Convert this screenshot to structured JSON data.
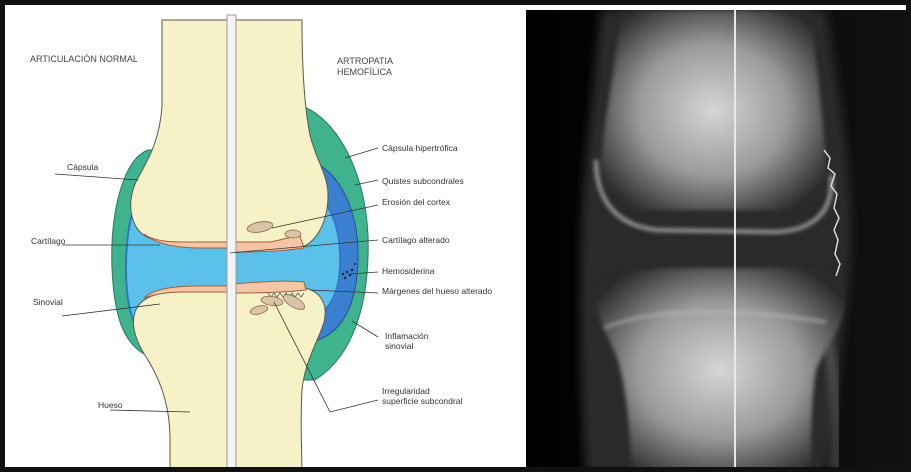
{
  "figure": {
    "left_header": "ARTICULACIÓN NORMAL",
    "right_header_line1": "ARTROPATIA",
    "right_header_line2": "HEMOFÍLICA",
    "labels_left": {
      "capsula": "Cápsula",
      "cartilago": "Cartílago",
      "sinovial": "Sinovial",
      "hueso": "Hueso"
    },
    "labels_right": {
      "capsula_hipertrofica": "Cápsula hipertrófica",
      "quistes": "Quistes subcondrales",
      "erosion": "Erosión del cortex",
      "cartilago_alterado": "Cartílago alterado",
      "hemosiderina": "Hemosiderina",
      "margenes": "Márgenes del hueso alterado",
      "inflamacion_line1": "Inflamación",
      "inflamacion_line2": "sinovial",
      "irregularidad_line1": "Irregularidad",
      "irregularidad_line2": "superficie subcondral"
    },
    "colors": {
      "bone": "#f6f1c6",
      "cartilage": "#f6c5a5",
      "synovial_fluid": "#5bc1ea",
      "synovial_dark": "#3a7fd0",
      "capsule": "#3fb38e"
    }
  }
}
